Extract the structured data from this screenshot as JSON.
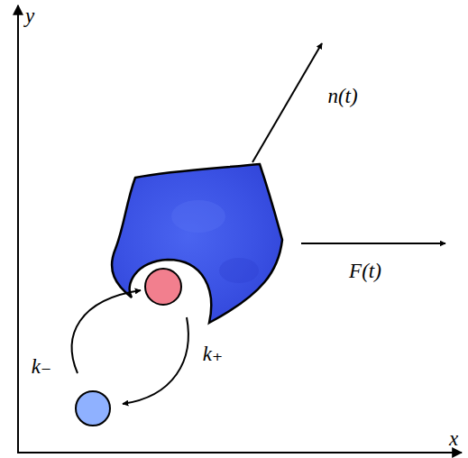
{
  "diagram": {
    "labels": [
      "y",
      "x",
      "n(t)",
      "F(t)",
      "k₋",
      "k₊"
    ]
  }
}
